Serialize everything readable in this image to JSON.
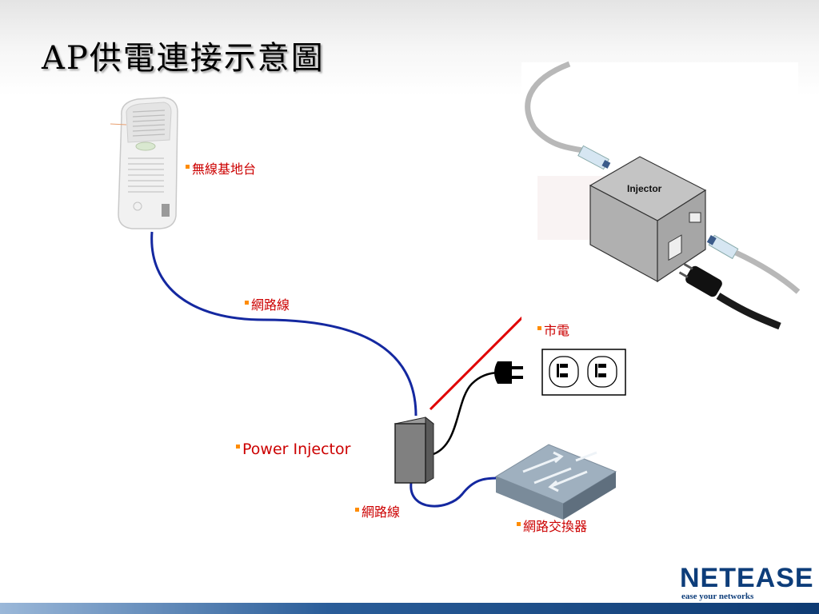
{
  "title": "AP供電連接示意圖",
  "labels": {
    "ap": "無線基地台",
    "cable_top": "網路線",
    "mains": "市電",
    "injector": "Power Injector",
    "cable_bottom": "網路線",
    "switch": "網路交換器",
    "injector_box": "Injector"
  },
  "logo": {
    "brand": "NETEASE",
    "tagline": "ease your networks"
  },
  "colors": {
    "label_text": "#cc0000",
    "bullet": "#ff8c00",
    "network_cable": "#1428a0",
    "power_cable": "#000000",
    "arrow": "#e00000",
    "brand": "#0d3d7a"
  }
}
